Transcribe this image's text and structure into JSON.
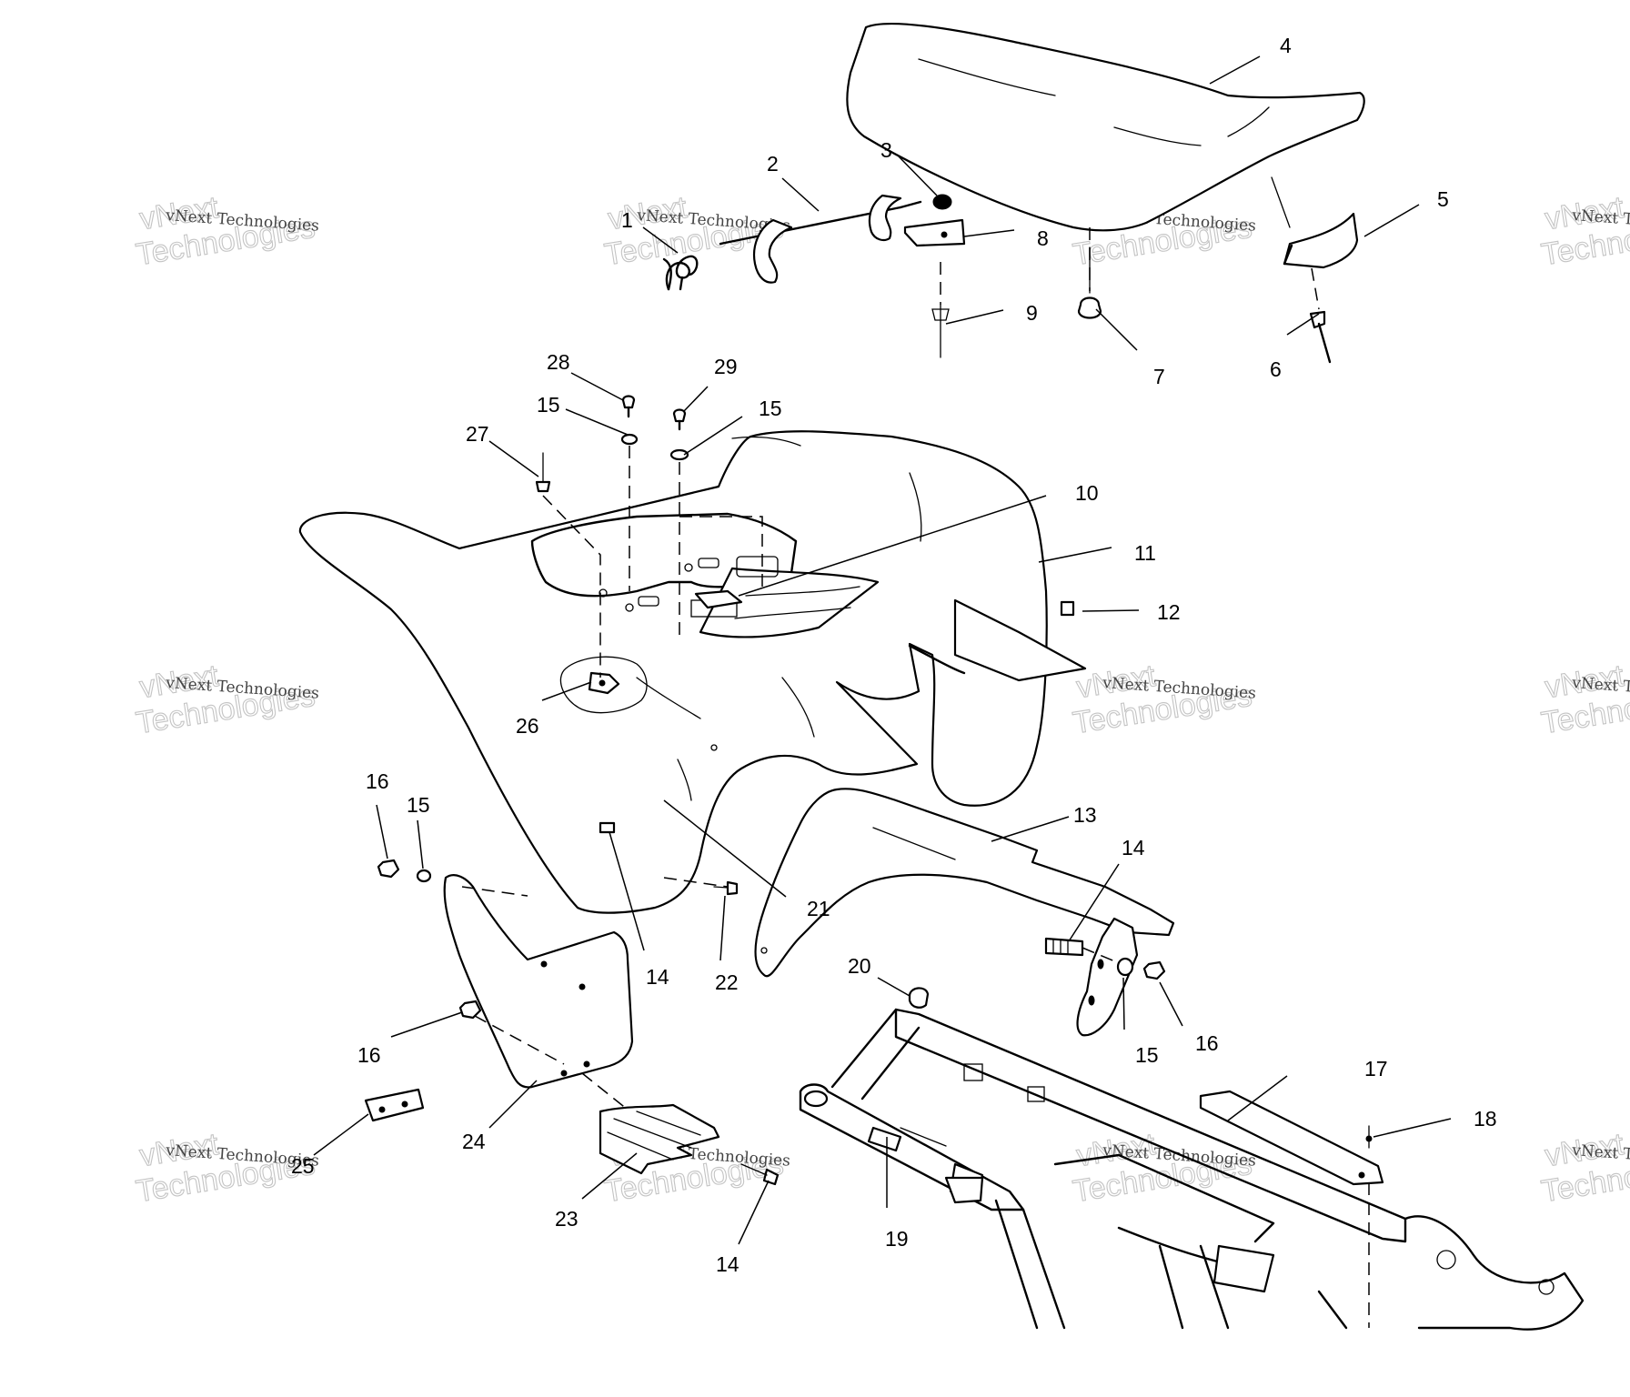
{
  "watermark": {
    "caption": "vNext Technologies",
    "stamp_word": "Technologies",
    "stamp_word_top": "vNext"
  },
  "callouts": {
    "c1": "1",
    "c2": "2",
    "c3": "3",
    "c4": "4",
    "c5": "5",
    "c6": "6",
    "c7": "7",
    "c8": "8",
    "c9": "9",
    "c10": "10",
    "c11": "11",
    "c12": "12",
    "c13": "13",
    "c14a": "14",
    "c14b": "14",
    "c14c": "14",
    "c15a": "15",
    "c15b": "15",
    "c15c": "15",
    "c15d": "15",
    "c16a": "16",
    "c16b": "16",
    "c16c": "16",
    "c17": "17",
    "c18": "18",
    "c19": "19",
    "c20": "20",
    "c21": "21",
    "c22": "22",
    "c23": "23",
    "c24": "24",
    "c25": "25",
    "c26": "26",
    "c27": "27",
    "c28": "28",
    "c29": "29"
  }
}
